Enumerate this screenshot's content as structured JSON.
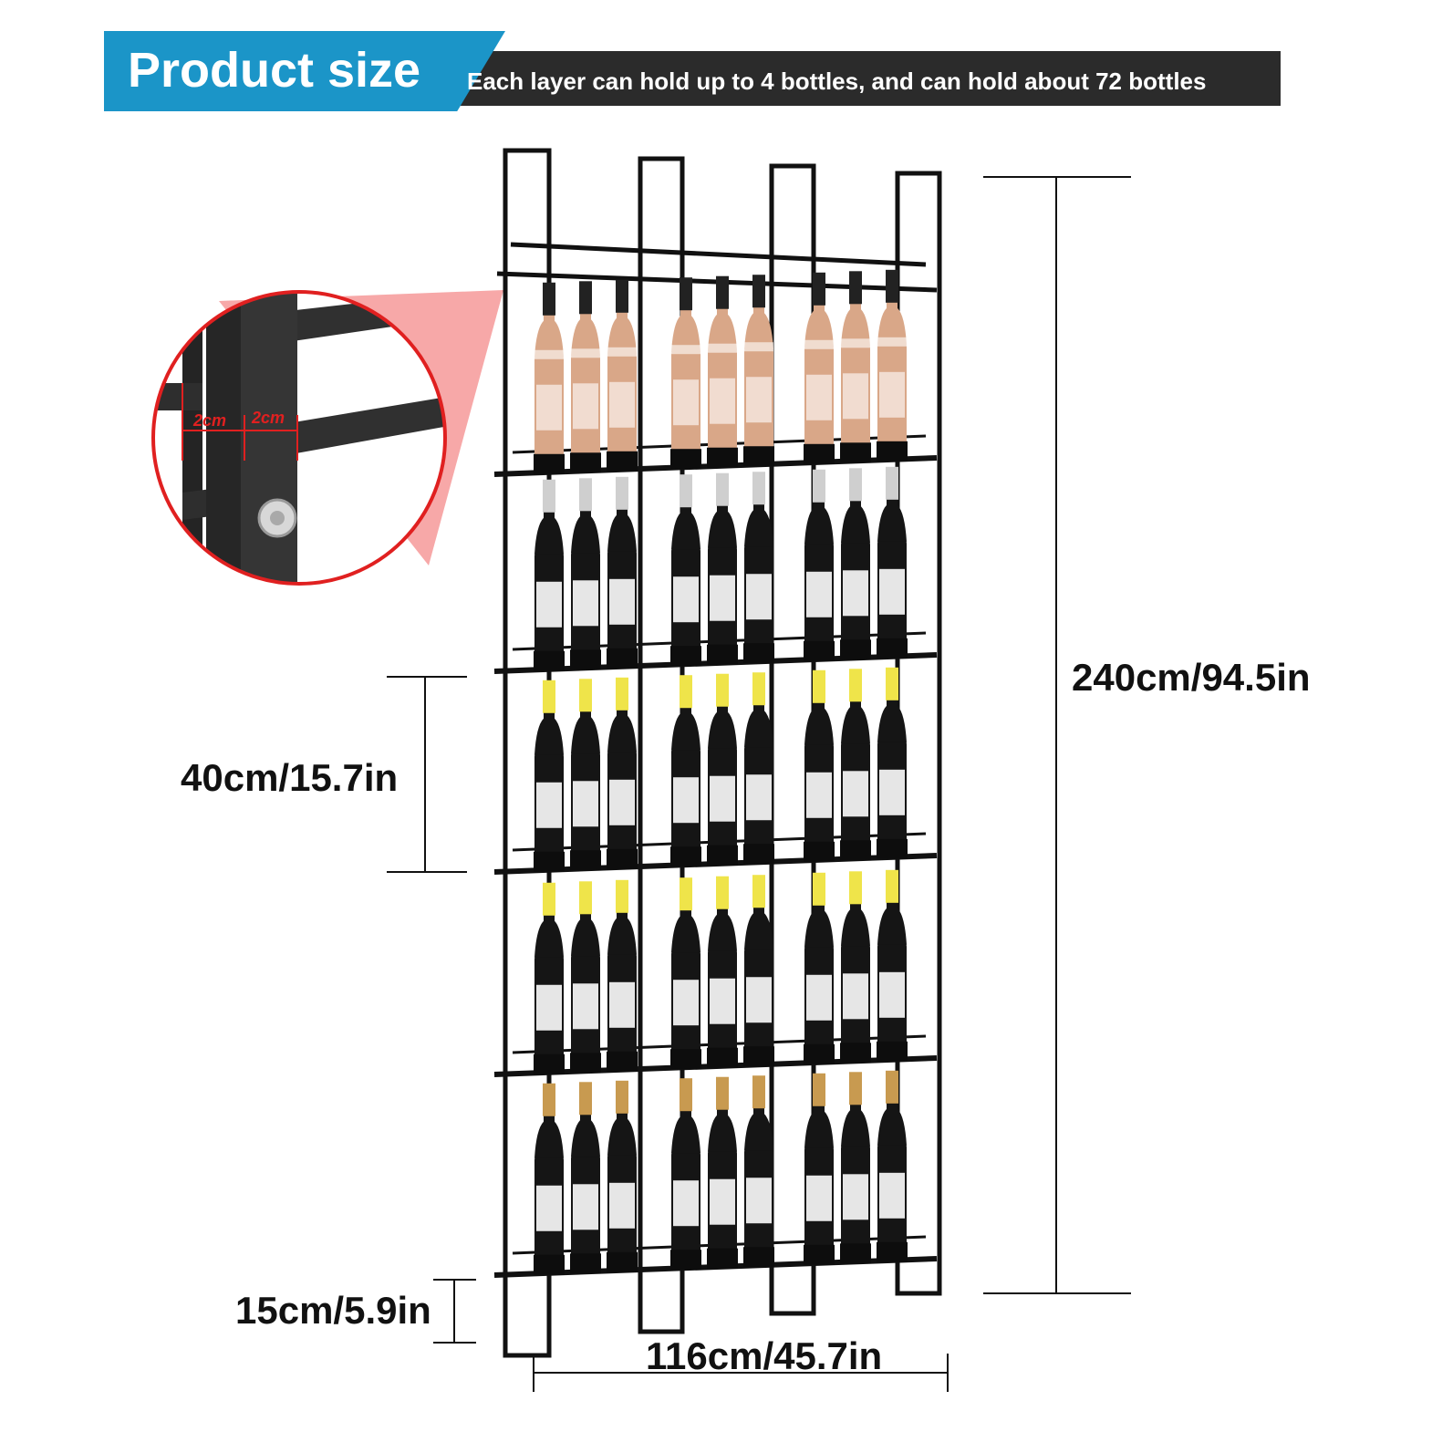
{
  "banner": {
    "title": "Product size",
    "subtitle": "Each layer can hold up to 4 bottles, and can hold about 72 bottles",
    "title_bg": "#1b95c8",
    "subtitle_bg": "#2b2b2b"
  },
  "dimensions": {
    "height": "240cm/94.5in",
    "shelf_spacing": "40cm/15.7in",
    "bottom_clearance": "15cm/5.9in",
    "width": "116cm/45.7in"
  },
  "detail": {
    "tube_width_1": "2cm",
    "tube_width_2": "2cm",
    "highlight_color": "#e02020"
  },
  "rack": {
    "frame_color": "#111111",
    "tiers": [
      {
        "bottle": "rose",
        "capsule": "#222222"
      },
      {
        "bottle": "red-silver",
        "capsule": "#cfcfcf"
      },
      {
        "bottle": "red-gold",
        "capsule": "#efe44a"
      },
      {
        "bottle": "red-gold",
        "capsule": "#efe44a"
      },
      {
        "bottle": "red-bronze",
        "capsule": "#c89a50"
      }
    ]
  }
}
